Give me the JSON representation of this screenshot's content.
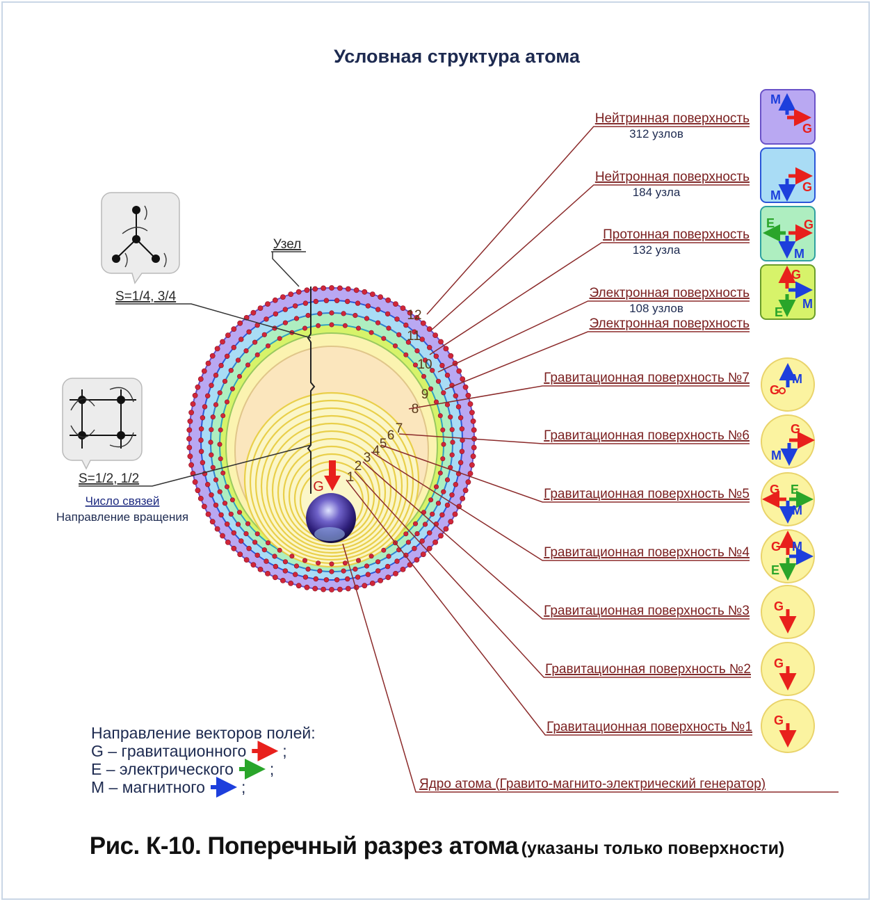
{
  "title": "Условная структура атома",
  "caption_main": "Рис. К-10. Поперечный разрез атома",
  "caption_sub": "(указаны только поверхности)",
  "node_label": "Узел",
  "spin_top": "S=1/4, 3/4",
  "spin_bottom": "S=1/2, 1/2",
  "links_label": "Число связей",
  "rotation_label": "Направление вращения",
  "core_label": "Ядро атома (Гравито-магнито-электрический генератор)",
  "center_arrow_label": "G",
  "surfaces": [
    {
      "name": "Нейтринная поверхность",
      "nodes": "312 узлов"
    },
    {
      "name": "Нейтронная поверхность",
      "nodes": "184 узла"
    },
    {
      "name": "Протонная поверхность",
      "nodes": "132 узла"
    },
    {
      "name": "Электронная поверхность",
      "nodes": "108 узлов"
    },
    {
      "name": "Электронная поверхность",
      "nodes": ""
    },
    {
      "name": "Гравитационная поверхность №7",
      "nodes": ""
    },
    {
      "name": "Гравитационная поверхность №6",
      "nodes": ""
    },
    {
      "name": "Гравитационная поверхность №5",
      "nodes": ""
    },
    {
      "name": "Гравитационная поверхность №4",
      "nodes": ""
    },
    {
      "name": "Гравитационная поверхность №3",
      "nodes": ""
    },
    {
      "name": "Гравитационная поверхность №2",
      "nodes": ""
    },
    {
      "name": "Гравитационная поверхность №1",
      "nodes": ""
    }
  ],
  "ring_numbers": [
    "1",
    "2",
    "3",
    "4",
    "5",
    "6",
    "7",
    "8",
    "9",
    "10",
    "11",
    "12"
  ],
  "icon_letters": {
    "g": "G",
    "e": "E",
    "m": "M"
  },
  "legend": {
    "title": "Направление векторов полей:",
    "items": [
      {
        "text": "G – гравитационного",
        "color": "#e8201c"
      },
      {
        "text": "E – электрического",
        "color": "#2aa52a"
      },
      {
        "text": "M – магнитного",
        "color": "#1d3fdc"
      }
    ],
    "suffix": ";"
  },
  "colors": {
    "neutrino": "#b9a8f2",
    "neutron": "#a9dcf5",
    "proton": "#aeeec0",
    "electron": "#d7f36a",
    "gravity": "#fbf3b0",
    "gravity_inner": "#fbe6bd",
    "label": "#7a1f1f",
    "leader": "#8b2a2a",
    "dot": "#d0263a"
  }
}
